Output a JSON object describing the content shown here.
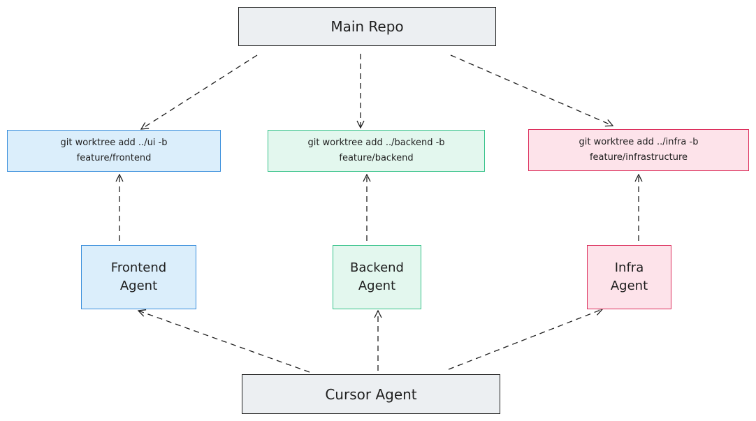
{
  "nodes": {
    "main_repo": "Main Repo",
    "wt_frontend": "git worktree add ../ui -b\nfeature/frontend",
    "wt_backend": "git worktree add ../backend -b\nfeature/backend",
    "wt_infra": "git worktree add ../infra -b\nfeature/infrastructure",
    "frontend_agent": "Frontend\nAgent",
    "backend_agent": "Backend\nAgent",
    "infra_agent": "Infra\nAgent",
    "cursor_agent": "Cursor Agent"
  },
  "colors": {
    "gray": "#eceff2",
    "blue_fill": "#dbeefb",
    "blue_stroke": "#3a8fdc",
    "green_fill": "#e3f7ee",
    "green_stroke": "#37c28a",
    "pink_fill": "#fde3ea",
    "pink_stroke": "#dc2f5c"
  }
}
